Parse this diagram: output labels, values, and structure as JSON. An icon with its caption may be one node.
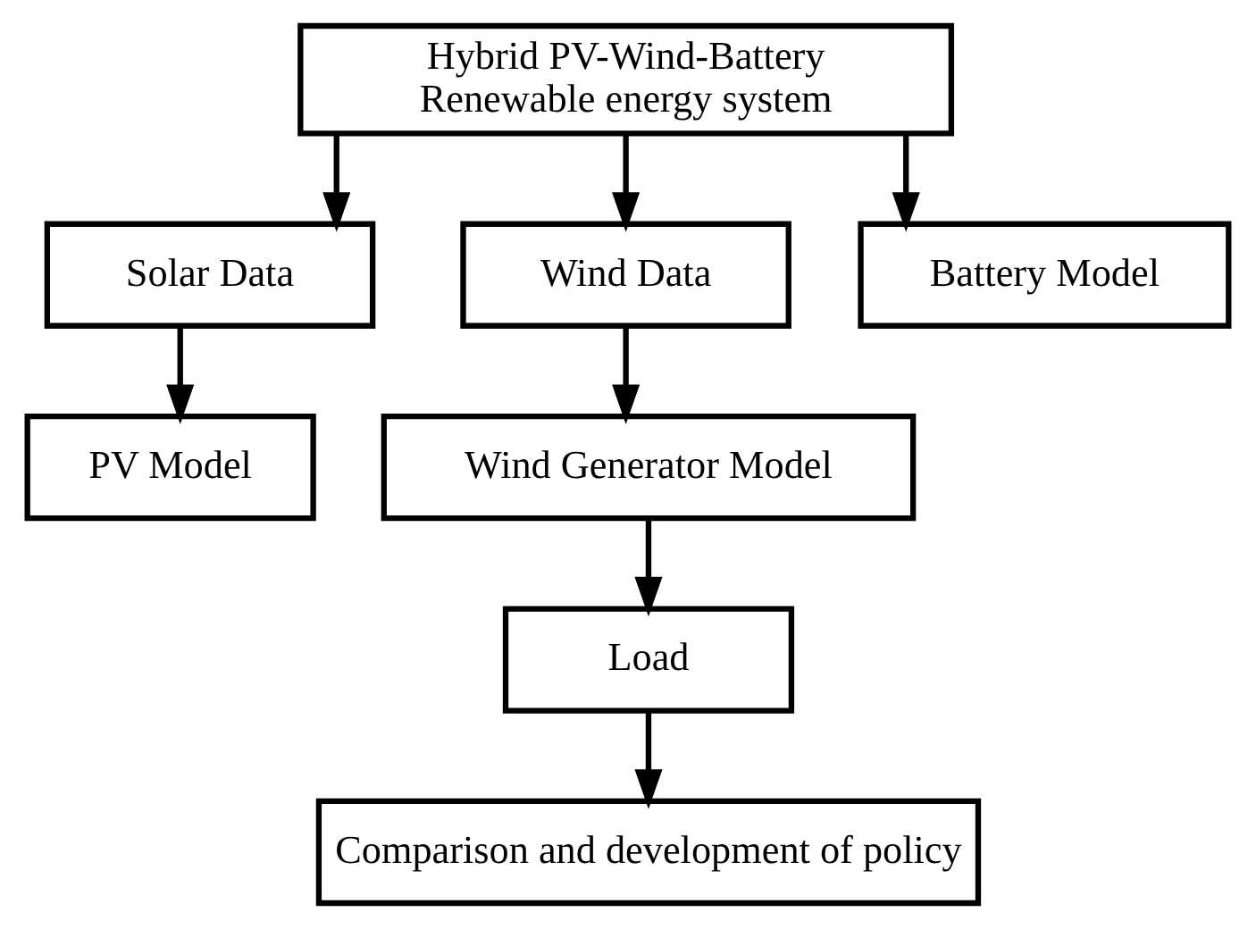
{
  "diagram": {
    "nodes": [
      {
        "text": [
          "Hybrid PV-Wind-Battery Renewable energy system"
        ]
      },
      {
        "text": [
          "Solar Data"
        ]
      },
      {
        "text": [
          "Wind Data"
        ]
      },
      {
        "text": [
          "Battery Model"
        ]
      },
      {
        "text": [
          "PV Model"
        ]
      },
      {
        "text": [
          "Wind Generator Model"
        ]
      },
      {
        "text": [
          "Load"
        ]
      },
      {
        "text": [
          "Comparison and development of policy"
        ]
      }
    ],
    "edges": [
      {
        "from": 0,
        "to": 1,
        "arrow": "to"
      },
      {
        "from": 0,
        "to": 2,
        "arrow": "to"
      },
      {
        "from": 0,
        "to": 3,
        "arrow": "to"
      },
      {
        "from": 1,
        "to": 4,
        "arrow": "to"
      },
      {
        "from": 2,
        "to": 5,
        "arrow": "to"
      },
      {
        "from": 5,
        "to": 6,
        "arrow": "to"
      },
      {
        "from": 6,
        "to": 7,
        "arrow": "to"
      }
    ]
  }
}
